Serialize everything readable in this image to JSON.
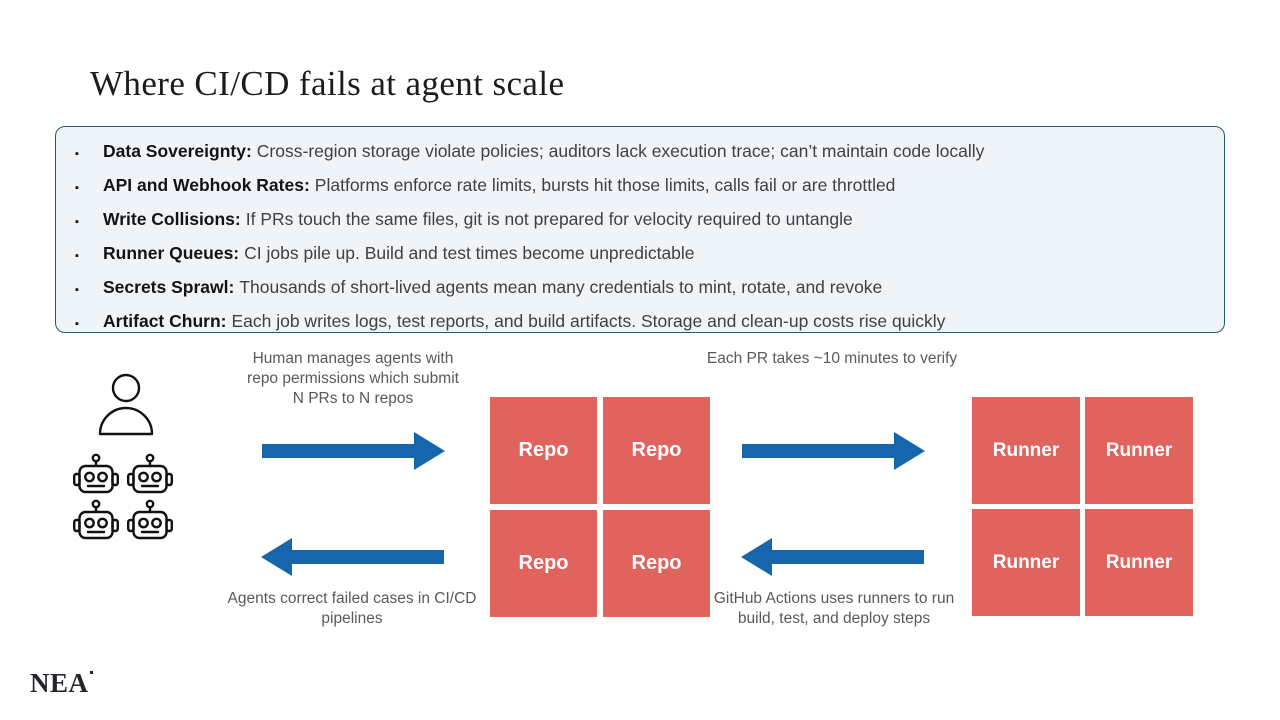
{
  "title": "Where CI/CD fails at agent scale",
  "ui": {
    "bullet_marker": "▪"
  },
  "bullets": [
    {
      "label": "Data Sovereignty:",
      "text": "Cross-region storage violate policies; auditors lack execution trace; can’t maintain code locally"
    },
    {
      "label": "API and Webhook Rates:",
      "text": "Platforms enforce rate limits, bursts hit those limits, calls fail or are throttled"
    },
    {
      "label": "Write Collisions:",
      "text": "If PRs touch the same files, git is not prepared for velocity required to untangle"
    },
    {
      "label": "Runner Queues:",
      "text": "CI jobs pile up. Build and test times become unpredictable"
    },
    {
      "label": "Secrets Sprawl:",
      "text": "Thousands of short-lived agents mean many credentials to mint, rotate, and revoke"
    },
    {
      "label": "Artifact Churn:",
      "text": "Each job writes logs, test reports, and build artifacts. Storage and clean-up costs rise quickly"
    }
  ],
  "diagram": {
    "labels": {
      "top_left": "Human manages agents with repo permissions which submit N PRs to N repos",
      "top_right": "Each PR takes ~10 minutes to verify",
      "bottom_left": "Agents correct failed cases in CI/CD pipelines",
      "bottom_right": "GitHub Actions uses runners to run build, test, and deploy steps"
    },
    "repo_boxes": [
      "Repo",
      "Repo",
      "Repo",
      "Repo"
    ],
    "runner_boxes": [
      "Runner",
      "Runner",
      "Runner",
      "Runner"
    ],
    "colors": {
      "node_fill": "#E0635E",
      "arrow": "#1566AC",
      "callout_border": "#1F5F73",
      "callout_fill": "#EFF4F9"
    }
  },
  "logo": "NEA"
}
